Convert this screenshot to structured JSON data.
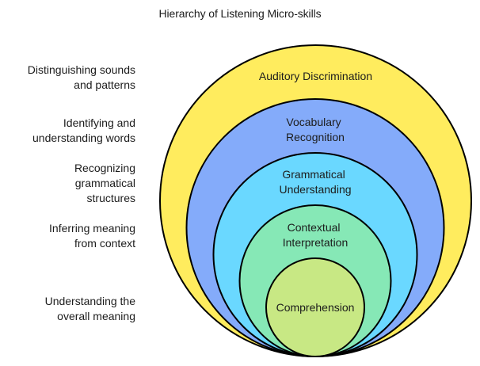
{
  "title": "Hierarchy of Listening Micro-skills",
  "levels": [
    {
      "name": "Auditory Discrimination",
      "label_lines": [
        "Auditory Discrimination"
      ],
      "description_lines": [
        "Distinguishing sounds",
        "and patterns"
      ],
      "color": "#FFEC5E"
    },
    {
      "name": "Vocabulary Recognition",
      "label_lines": [
        "Vocabulary",
        "Recognition"
      ],
      "description_lines": [
        "Identifying and",
        "understanding words"
      ],
      "color": "#84ABFA"
    },
    {
      "name": "Grammatical Understanding",
      "label_lines": [
        "Grammatical",
        "Understanding"
      ],
      "description_lines": [
        "Recognizing",
        "grammatical",
        "structures"
      ],
      "color": "#6AD8FF"
    },
    {
      "name": "Contextual Interpretation",
      "label_lines": [
        "Contextual",
        "Interpretation"
      ],
      "description_lines": [
        "Inferring meaning",
        "from context"
      ],
      "color": "#86E8B6"
    },
    {
      "name": "Comprehension",
      "label_lines": [
        "Comprehension"
      ],
      "description_lines": [
        "Understanding the",
        "overall meaning"
      ],
      "color": "#C8E884"
    }
  ]
}
